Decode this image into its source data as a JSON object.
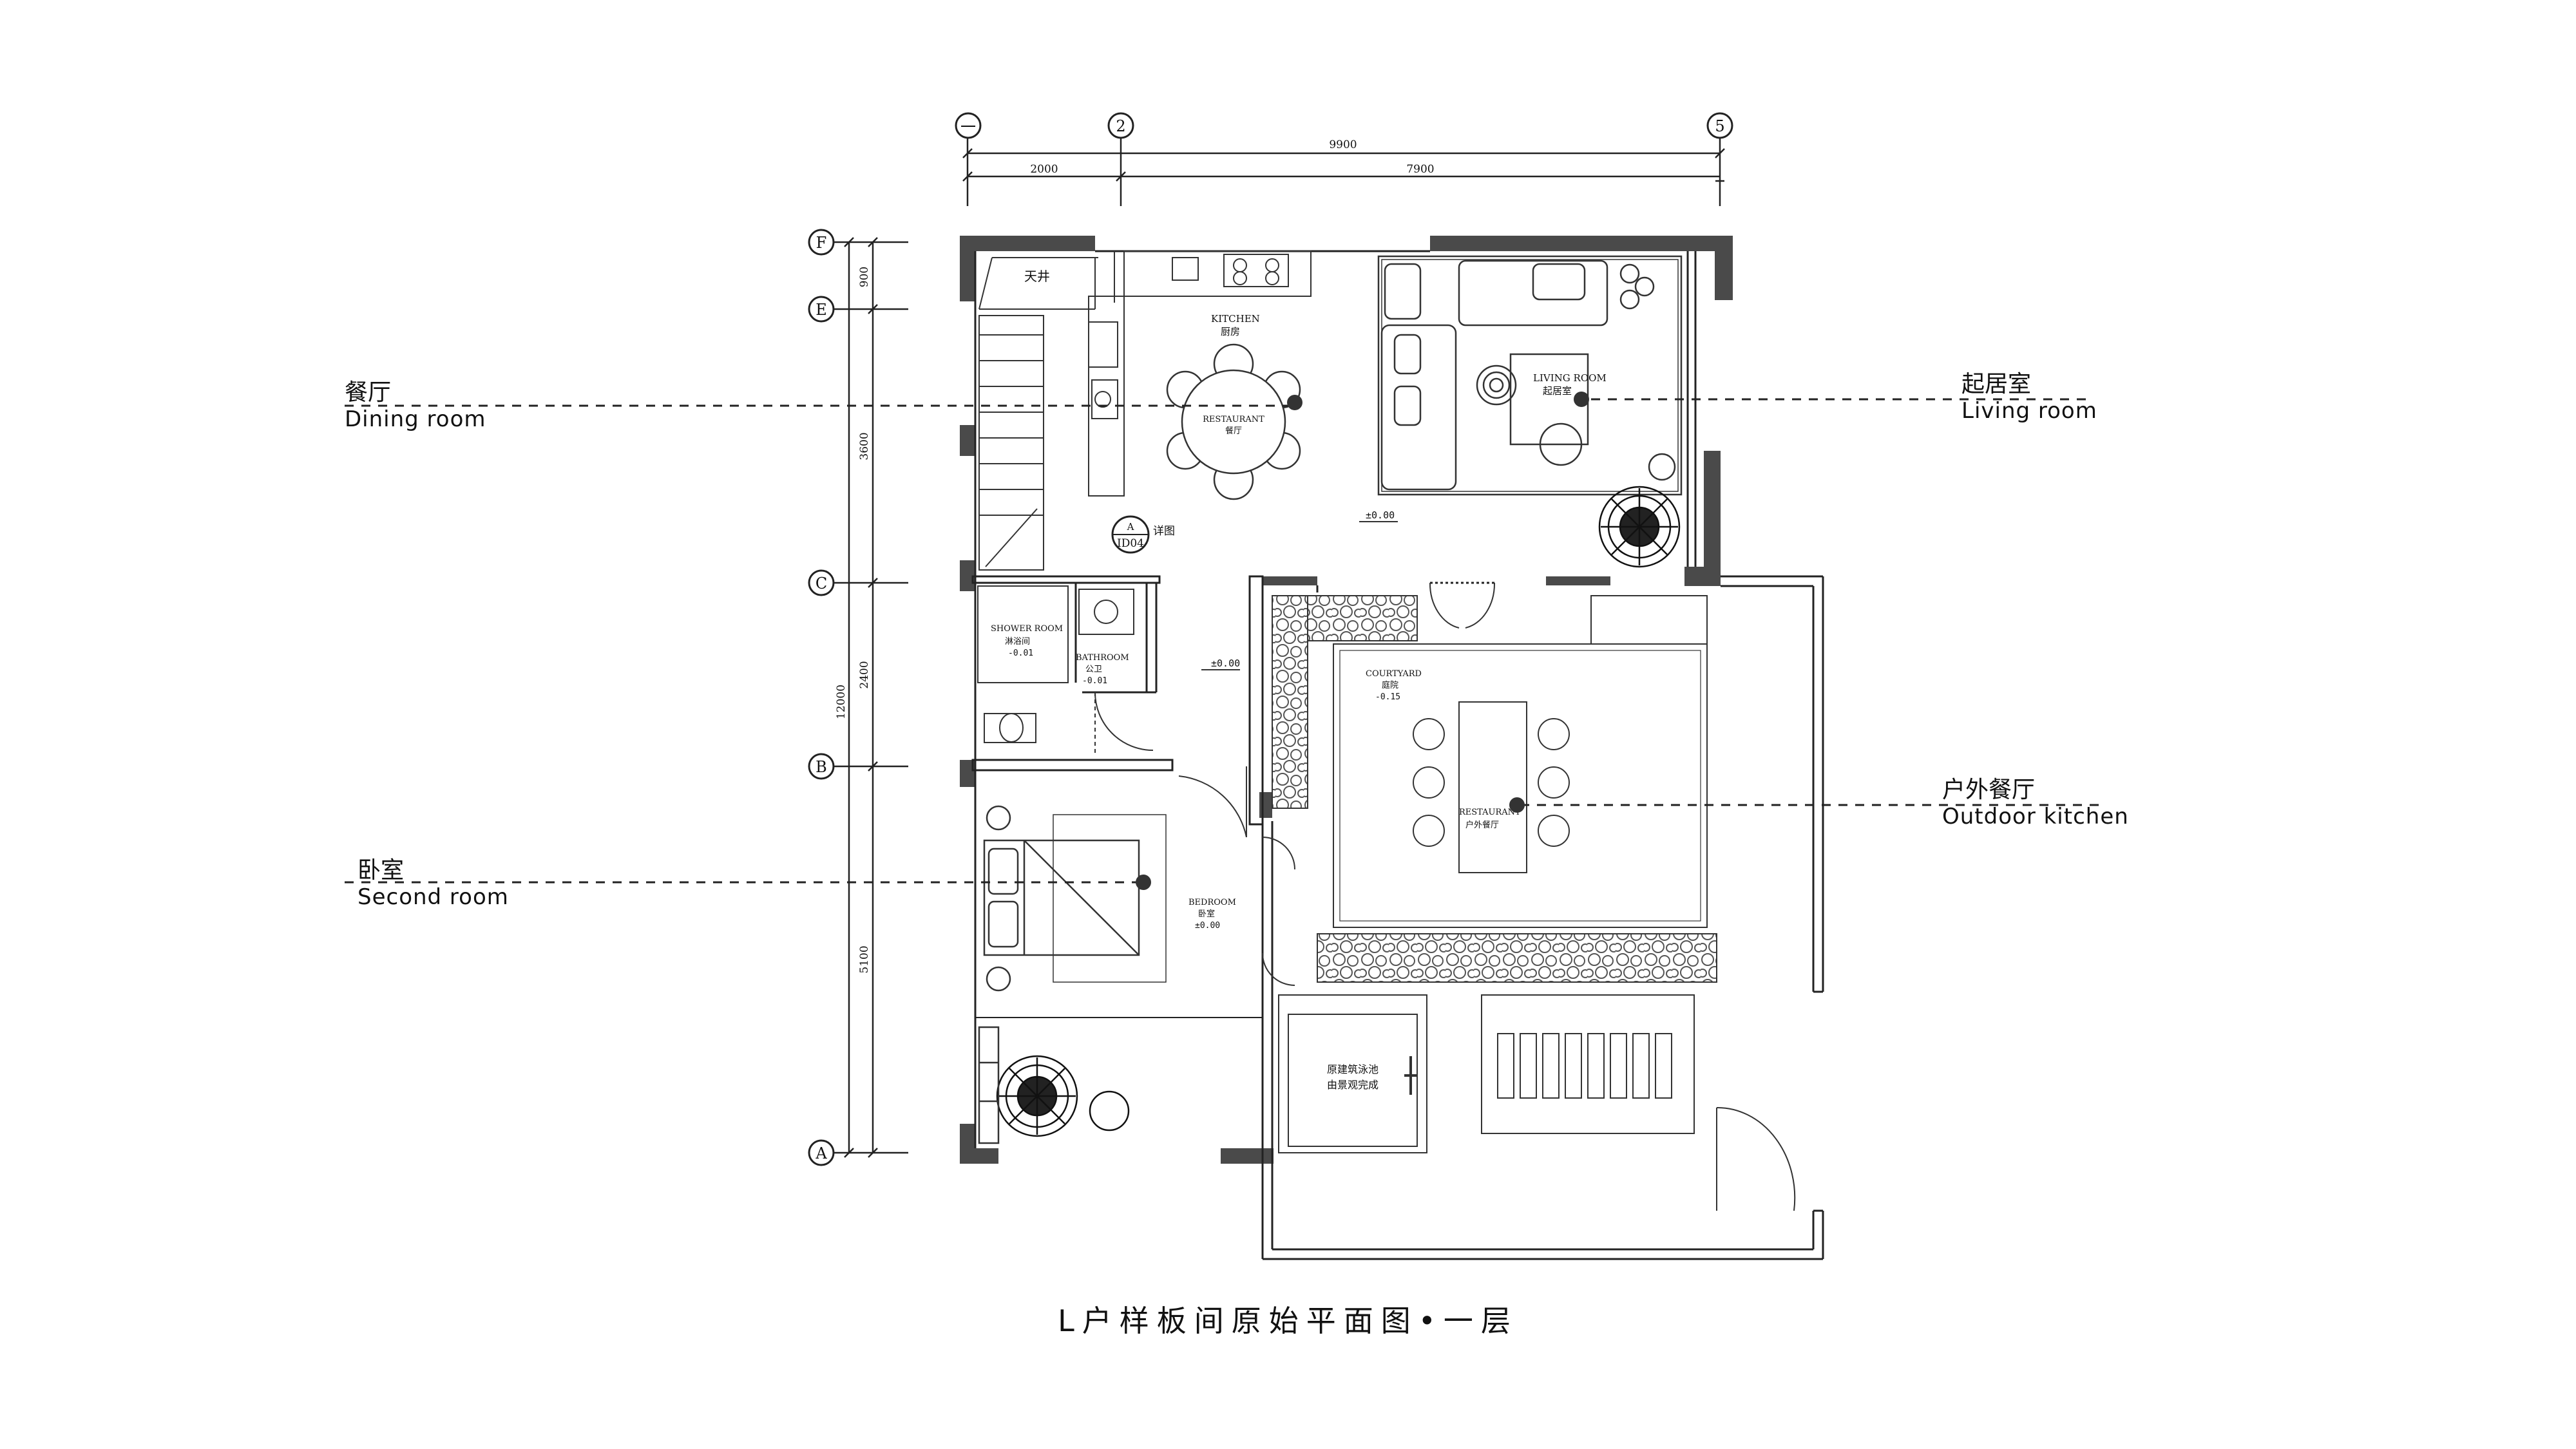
{
  "title": "L户样板间原始平面图•一层",
  "grid_axes": {
    "columns": [
      "一",
      "2",
      "5"
    ],
    "rows": [
      "F",
      "E",
      "C",
      "B",
      "A"
    ]
  },
  "dimensions": {
    "top_total": "9900",
    "top_left": "2000",
    "top_right": "7900",
    "left_total": "12000",
    "left_1": "900",
    "left_2": "3600",
    "left_3": "2400",
    "left_4": "5100"
  },
  "callouts": {
    "dining": {
      "zh": "餐厅",
      "en": "Dining room"
    },
    "living": {
      "zh": "起居室",
      "en": "Living  room"
    },
    "outdoor": {
      "zh": "户外餐厅",
      "en": "Outdoor kitchen"
    },
    "second": {
      "zh": "卧室",
      "en": "Second  room"
    }
  },
  "rooms": {
    "skywell": "天井",
    "kitchen_en": "KITCHEN",
    "kitchen_zh": "厨房",
    "restaurant_en": "RESTAURANT",
    "restaurant_zh": "餐厅",
    "living_en": "LIVING ROOM",
    "living_zh": "起居室",
    "shower_en": "SHOWER ROOM",
    "shower_zh": "淋浴间",
    "shower_level": "-0.01",
    "bath_en": "BATHROOM",
    "bath_zh": "公卫",
    "bath_level": "-0.01",
    "courtyard_en": "COURTYARD",
    "courtyard_zh": "庭院",
    "courtyard_level": "-0.15",
    "outdoor_en": "RESTAURANT",
    "outdoor_zh": "户外餐厅",
    "bedroom_en": "BEDROOM",
    "bedroom_zh": "卧室",
    "bedroom_level": "±0.00",
    "floor_level_main": "±0.00",
    "floor_level_hall": "±0.00",
    "pool_line1": "原建筑泳池",
    "pool_line2": "由景观完成"
  },
  "detail_tag": {
    "top": "A",
    "bottom": "ID04",
    "label": "详图"
  }
}
